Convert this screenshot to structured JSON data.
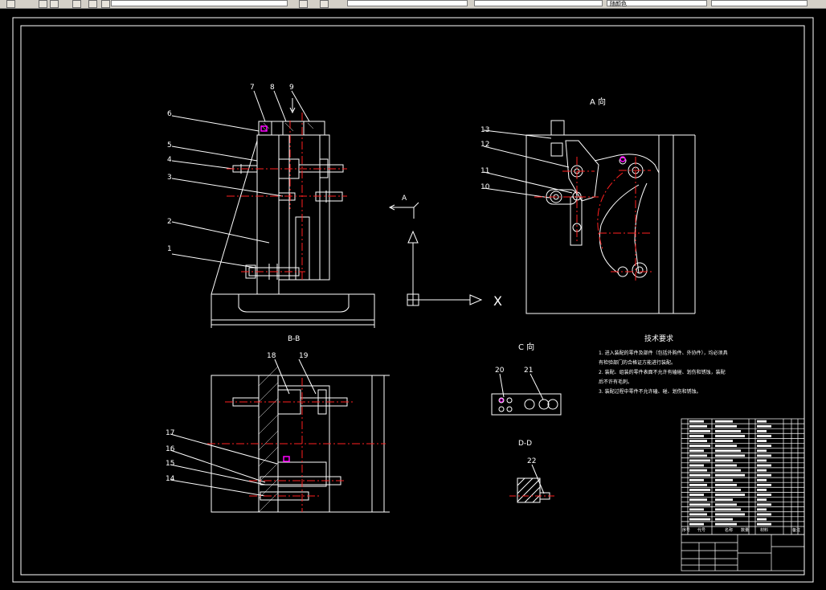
{
  "toolbar": {
    "icons": [
      "layer-icon",
      "sun-icon",
      "lightbulb-icon",
      "lock-icon",
      "color-icon",
      "match-properties-icon",
      "layer-previous-icon"
    ],
    "layer_field": "",
    "linetype_field": "",
    "lineweight_field": "",
    "plotstyle_field": "随颜色"
  },
  "drawing": {
    "background": "#000000",
    "line_color": "#ffffff",
    "center_line_color": "#ff2020",
    "highlight_color": "#ff00ff",
    "view_bb_label": "B-B",
    "view_a_label": "A 向",
    "view_c_label": "C 向",
    "view_dd_label": "D-D",
    "axis_a_label": "A",
    "axis_x_label": "X",
    "tech_title": "技术要求",
    "tech_lines": [
      "1. 进入装配的零件及部件（包括外购件、外协件），均必须具",
      "有检验部门的合格证方能进行装配。",
      "2. 装配、组装的零件表面不允许有磕碰、划伤和锈蚀，装配",
      "后不许有毛刺。",
      "3. 装配过程中零件不允许磕、碰、划伤和锈蚀。"
    ],
    "part_numbers": {
      "p1": "1",
      "p2": "2",
      "p3": "3",
      "p4": "4",
      "p5": "5",
      "p6": "6",
      "p7": "7",
      "p8": "8",
      "p9": "9",
      "p10": "10",
      "p11": "11",
      "p12": "12",
      "p13": "13",
      "p14": "14",
      "p15": "15",
      "p16": "16",
      "p17": "17",
      "p18": "18",
      "p19": "19",
      "p20": "20",
      "p21": "21",
      "p22": "22"
    },
    "title_block_headers": [
      "序号",
      "代号",
      "名称",
      "数量",
      "材料",
      "备注"
    ]
  }
}
